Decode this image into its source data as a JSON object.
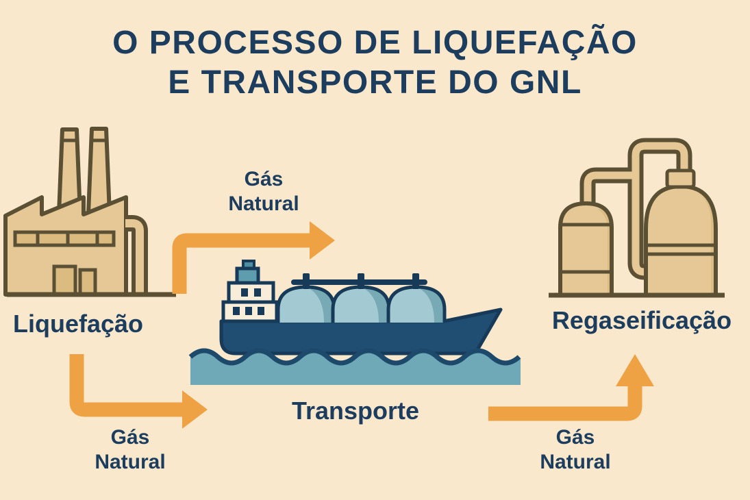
{
  "header": {
    "title_line1": "O PROCESSO DE LIQUEFAÇÃO",
    "title_line2": "E TRANSPORTE DO GNL"
  },
  "stages": [
    {
      "id": "liquefaction",
      "label": "Liquefação",
      "icon": "factory-icon"
    },
    {
      "id": "transport",
      "label": "Transporte",
      "icon": "lng-tanker-ship-icon"
    },
    {
      "id": "regasification",
      "label": "Regaseificação",
      "icon": "storage-tanks-icon"
    }
  ],
  "flows": [
    {
      "id": "factory-to-ship",
      "label": "Gás Natural",
      "icon": "arrow-right-icon"
    },
    {
      "id": "liquefaction-out",
      "label": "Gás Natural",
      "icon": "arrow-right-icon"
    },
    {
      "id": "ship-to-regas",
      "label": "Gás Natural",
      "icon": "arrow-up-icon"
    }
  ],
  "colors": {
    "background": "#F9E8CC",
    "ink_navy": "#1C3D5E",
    "arrow_orange": "#EFA244",
    "building_tan": "#E6C897",
    "building_shade": "#DCBC85",
    "building_outline": "#5B5034",
    "ship_hull_navy": "#1F4E72",
    "ship_outline": "#163A58",
    "tank_dome_blue": "#A3C9D2",
    "tank_dome_shade": "#78AAB6",
    "water_teal": "#6FA9B8",
    "superstructure_cream": "#F7EDD8",
    "funnel_teal": "#5E9DAD"
  }
}
